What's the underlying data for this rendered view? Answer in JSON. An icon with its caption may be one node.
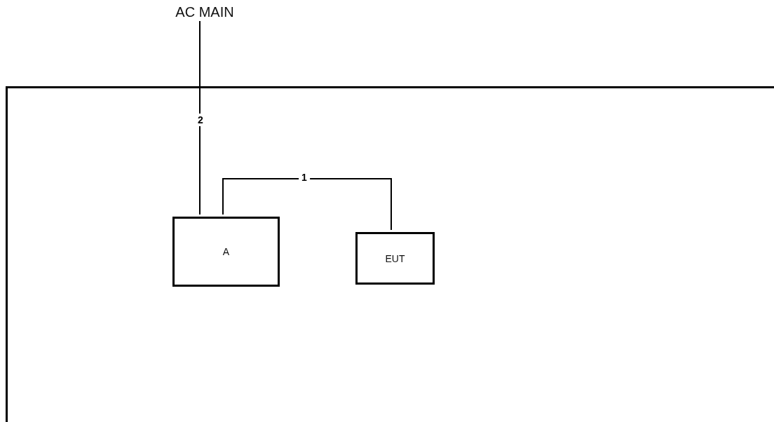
{
  "diagram": {
    "nodes": [
      {
        "text": [
          "AC MAIN"
        ]
      },
      {
        "text": [],
        "shape": "box"
      },
      {
        "text": [
          "A"
        ],
        "in": 1
      },
      {
        "text": [
          "EUT"
        ],
        "in": 1
      }
    ],
    "edges": [
      {
        "from": 0,
        "to": 2,
        "arrow": "none",
        "label": "2"
      },
      {
        "from": 2,
        "to": 3,
        "arrow": "none",
        "label": "1"
      }
    ]
  }
}
